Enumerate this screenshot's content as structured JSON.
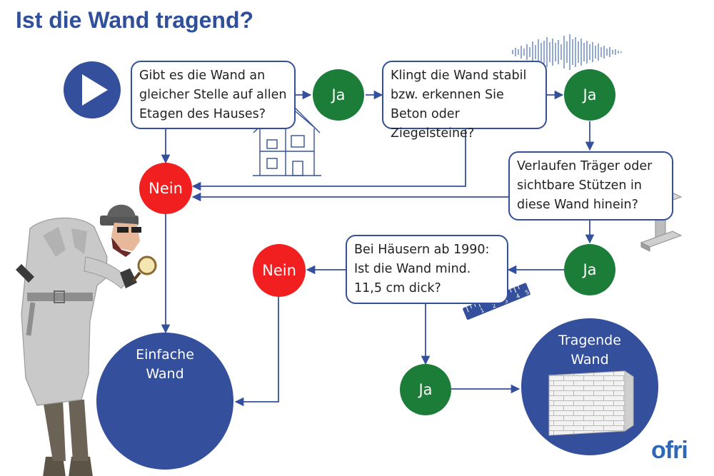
{
  "title": "Ist die Wand tragend?",
  "questions": {
    "q1": "Gibt es die Wand an gleicher Stelle auf allen Etagen des Hauses?",
    "q2": "Klingt die Wand stabil bzw. erkennen Sie Beton oder Ziegelsteine?",
    "q3": "Verlaufen Träger oder sichtbare Stützen in diese Wand hinein?",
    "q4": "Bei Häusern ab 1990: Ist die Wand mind. 11,5 cm dick?"
  },
  "answers": {
    "yes": "Ja",
    "no": "Nein"
  },
  "results": {
    "simple_line1": "Einfache",
    "simple_line2": "Wand",
    "loadbearing_line1": "Tragende",
    "loadbearing_line2": "Wand"
  },
  "ruler": {
    "ticks": [
      "1",
      "2",
      "3",
      "4",
      "5"
    ]
  },
  "logo": "ofri",
  "colors": {
    "primary_blue": "#34509c",
    "yes_green": "#1b7d37",
    "no_red": "#f11f1f",
    "title_blue": "#2f4f9a"
  }
}
